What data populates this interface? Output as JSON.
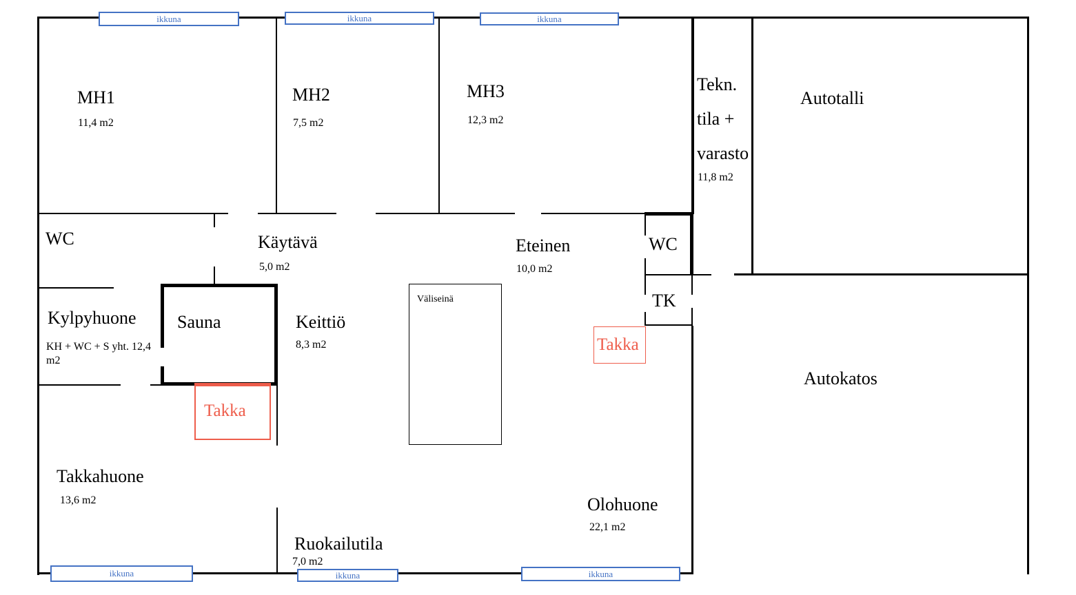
{
  "plan": {
    "window_label": "ikkuna",
    "colors": {
      "wall": "#000000",
      "window_blue": "#4472c4",
      "fireplace_red": "#ee5d4b"
    },
    "rooms": {
      "mh1": {
        "name": "MH1",
        "area": "11,4 m2"
      },
      "mh2": {
        "name": "MH2",
        "area": "7,5 m2"
      },
      "mh3": {
        "name": "MH3",
        "area": "12,3 m2"
      },
      "tekn": {
        "line1": "Tekn.",
        "line2": "tila +",
        "line3": "varasto",
        "area": "11,8 m2"
      },
      "autotalli": {
        "name": "Autotalli"
      },
      "wc_left": {
        "name": "WC"
      },
      "kaytava": {
        "name": "Käytävä",
        "area": "5,0 m2"
      },
      "eteinen": {
        "name": "Eteinen",
        "area": "10,0 m2"
      },
      "wc_right": {
        "name": "WC"
      },
      "tk": {
        "name": "TK"
      },
      "kylpyhuone": {
        "name": "Kylpyhuone",
        "area_line1": "KH + WC + S yht. 12,4",
        "area_line2": "m2"
      },
      "sauna": {
        "name": "Sauna"
      },
      "keittio": {
        "name": "Keittiö",
        "area": "8,3 m2"
      },
      "valiseina": {
        "name": "Väliseinä"
      },
      "takka_left": {
        "name": "Takka"
      },
      "takka_right": {
        "name": "Takka"
      },
      "takkahuone": {
        "name": "Takkahuone",
        "area": "13,6 m2"
      },
      "ruokailutila": {
        "name": "Ruokailutila",
        "area": "7,0 m2"
      },
      "olohuone": {
        "name": "Olohuone",
        "area": "22,1 m2"
      },
      "autokatos": {
        "name": "Autokatos"
      }
    }
  }
}
